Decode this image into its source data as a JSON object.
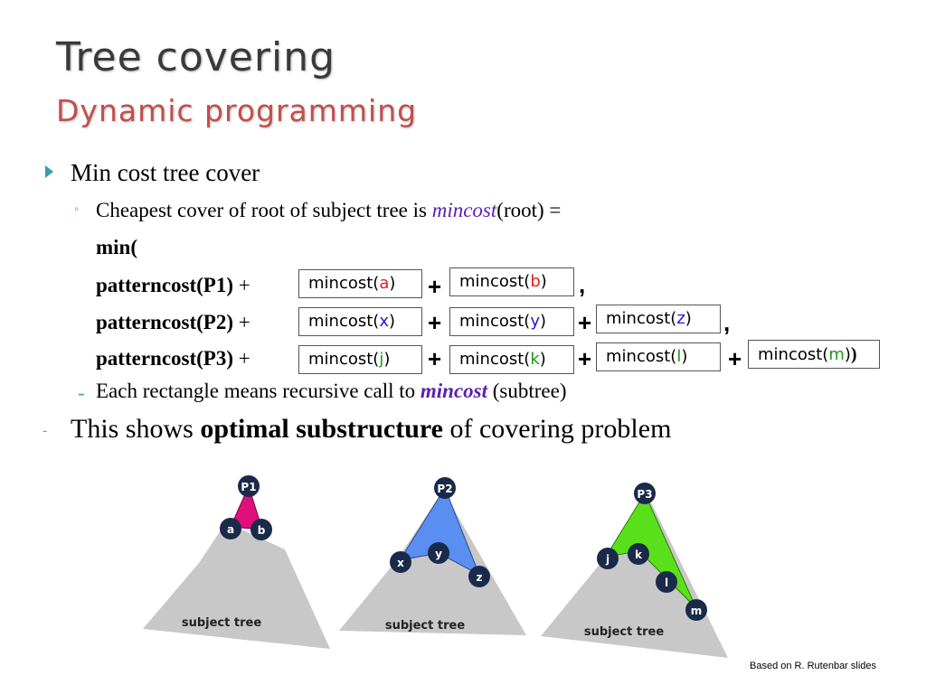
{
  "title": "Tree covering",
  "subtitle": "Dynamic programming",
  "bullet1": "Min cost tree cover",
  "sub": {
    "pre": "Cheapest cover of root of subject tree is ",
    "mc": "mincost",
    "post": "(root) ="
  },
  "min_line": "min(",
  "patterns": [
    {
      "label": "patterncost(P1)",
      "plus": "+"
    },
    {
      "label": "patterncost(P2)",
      "plus": "+"
    },
    {
      "label": "patterncost(P3)",
      "plus": "+"
    }
  ],
  "box_prefix": "mincost(",
  "box_suffix": ")",
  "box_args": {
    "r1": [
      "a",
      "b"
    ],
    "r2": [
      "x",
      "y",
      "z"
    ],
    "r3": [
      "j",
      "k",
      "l",
      "m"
    ]
  },
  "operators": {
    "plus": "+",
    "comma": ",",
    "close_paren": ")"
  },
  "note": {
    "pre": "Each rectangle means recursive call to ",
    "mc": "mincost",
    "post": " (subtree)"
  },
  "bullet2": {
    "pre": "This shows ",
    "bold": "optimal substructure",
    "post": " of covering problem"
  },
  "diagram": {
    "p1_label": "P1",
    "p2_label": "P2",
    "p3_label": "P3",
    "leaves1": [
      "a",
      "b"
    ],
    "leaves2": [
      "x",
      "y",
      "z"
    ],
    "leaves3": [
      "j",
      "k",
      "l",
      "m"
    ],
    "subject_tree_label": "subject tree",
    "colors": {
      "p1_fill": "#e0107a",
      "p2_fill": "#5a8ef0",
      "p3_fill": "#5ae01a",
      "tree_fill": "#c8c8c8",
      "node_fill": "#1a2a4a"
    }
  },
  "credit": "Based on R. Rutenbar slides",
  "colors": {
    "title": "#3a3a3a",
    "subtitle": "#c0504d",
    "mincost_italic": "#5a1fb0",
    "arg_red": "#e02020",
    "arg_blue": "#1a1ae0",
    "arg_green": "#1a9a1a",
    "bullet_teal": "#3a9ab0"
  }
}
